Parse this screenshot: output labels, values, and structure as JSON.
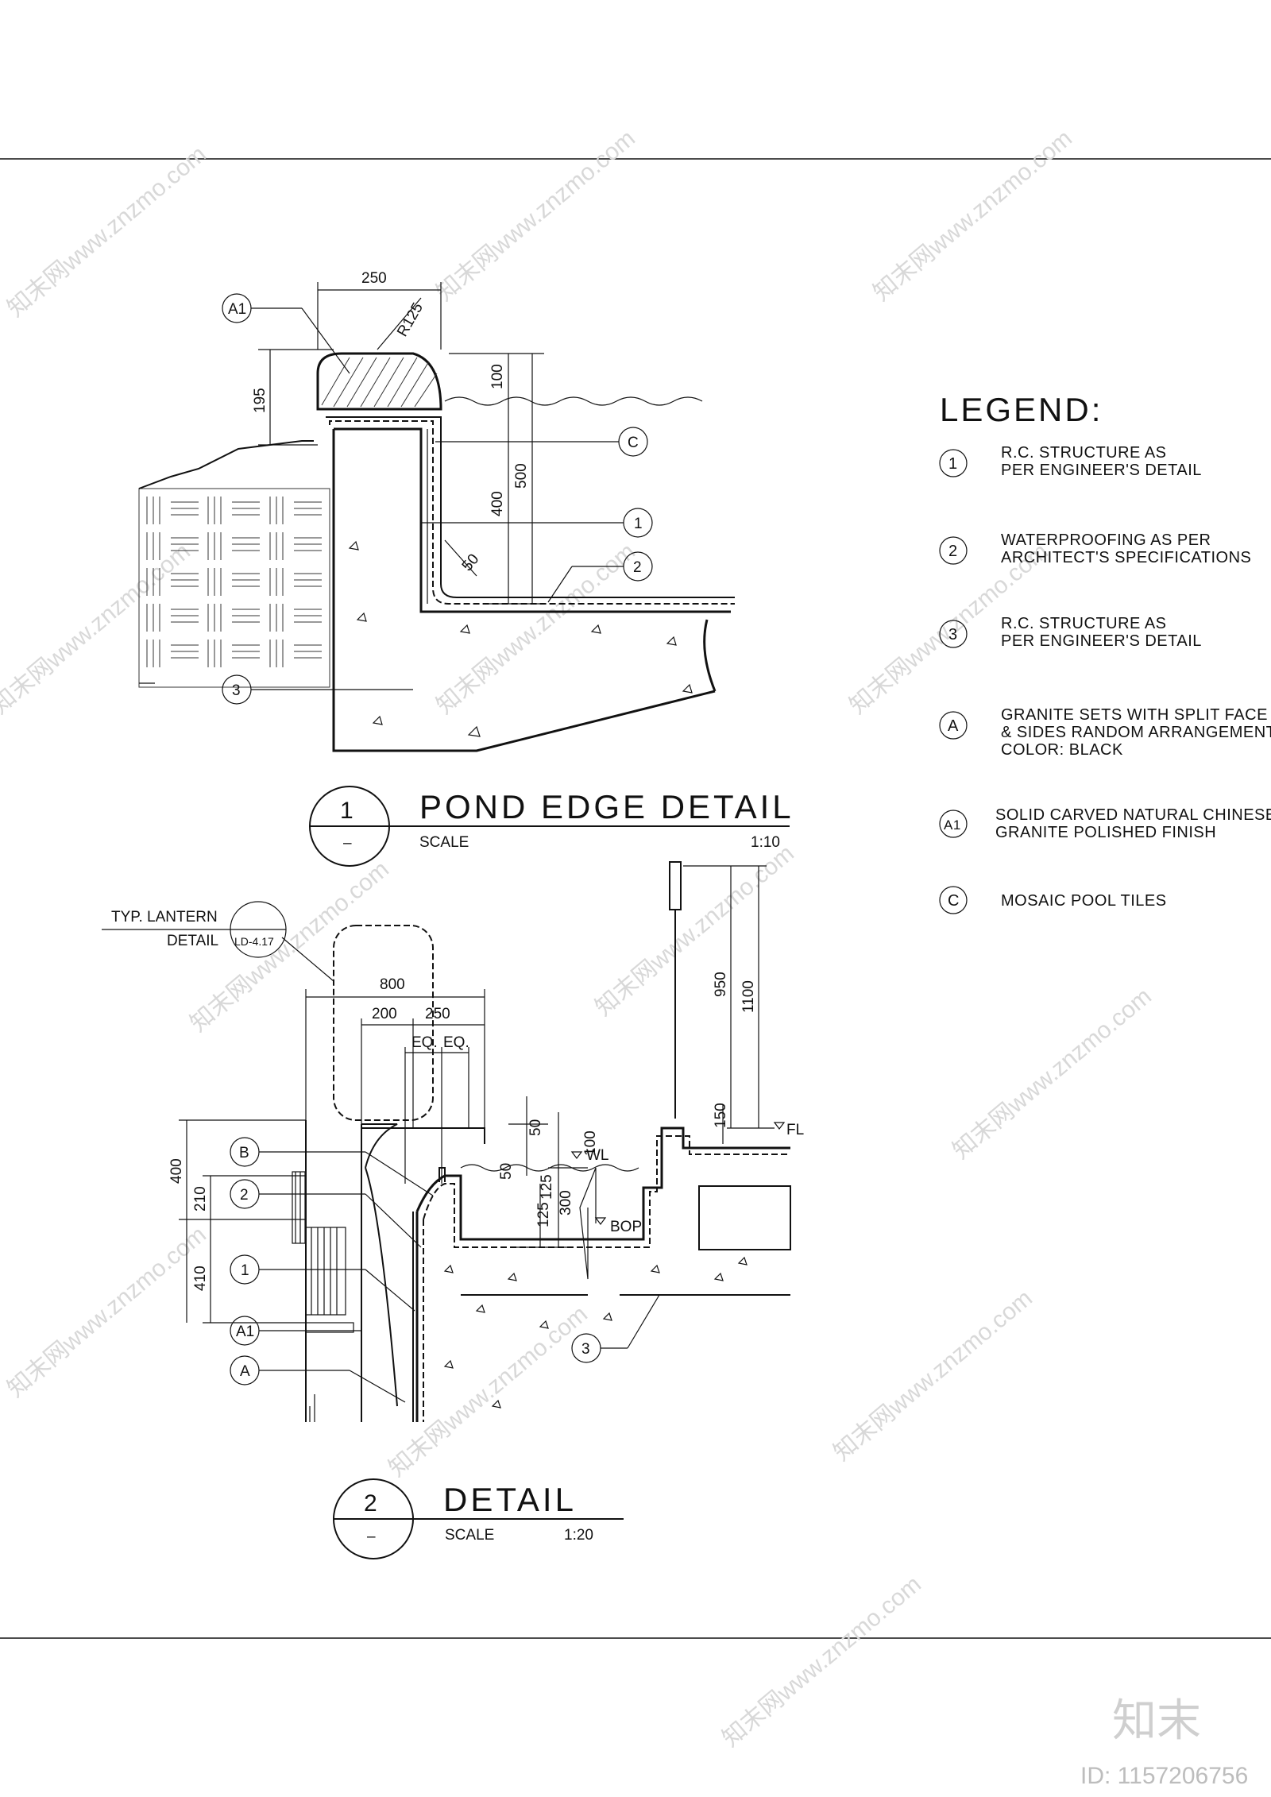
{
  "watermark": {
    "text": "知末网www.znzmo.com",
    "brand": "知末",
    "id_label": "ID: 1157206756"
  },
  "legend": {
    "title": "LEGEND:",
    "items": [
      {
        "key": "1",
        "lines": [
          "R.C. STRUCTURE AS",
          "PER ENGINEER'S DETAIL"
        ]
      },
      {
        "key": "2",
        "lines": [
          "WATERPROOFING AS PER",
          "ARCHITECT'S SPECIFICATIONS"
        ]
      },
      {
        "key": "3",
        "lines": [
          "R.C. STRUCTURE AS",
          "PER ENGINEER'S DETAIL"
        ]
      },
      {
        "key": "A",
        "lines": [
          "GRANITE SETS WITH SPLIT FACE",
          "& SIDES RANDOM ARRANGEMENT",
          "COLOR: BLACK"
        ]
      },
      {
        "key": "A1",
        "lines": [
          "SOLID CARVED NATURAL CHINESE",
          "GRANITE POLISHED FINISH"
        ]
      },
      {
        "key": "C",
        "lines": [
          "MOSAIC POOL TILES"
        ]
      }
    ]
  },
  "detail1": {
    "number": "1",
    "sub": "–",
    "title": "POND EDGE DETAIL",
    "scale_label": "SCALE",
    "scale": "1:10",
    "dims": {
      "top_width": "250",
      "radius": "R125",
      "left_height": "195",
      "water_depth": "100",
      "wall_depth": "400",
      "total_depth": "500",
      "fillet": "50"
    },
    "callouts": [
      "A1",
      "C",
      "1",
      "2",
      "3"
    ]
  },
  "detail2": {
    "number": "2",
    "sub": "–",
    "title": "DETAIL",
    "scale_label": "SCALE",
    "scale": "1:20",
    "lantern_ref": {
      "line1": "TYP. LANTERN",
      "line2": "DETAIL",
      "code": "LD-4.17"
    },
    "dims": {
      "overall": "800",
      "d200": "200",
      "d250": "250",
      "eq1": "EQ.",
      "eq2": "EQ.",
      "h400": "400",
      "h210": "210",
      "h410": "410",
      "v950": "950",
      "v1100": "1100",
      "v150": "150",
      "v50a": "50",
      "v100": "100",
      "v50b": "50",
      "v125a": "125",
      "v125b": "125",
      "v300": "300"
    },
    "levels": {
      "wl": "WL",
      "bop": "BOP",
      "fl": "FL"
    },
    "callouts": [
      "B",
      "2",
      "1",
      "A1",
      "A",
      "3"
    ]
  }
}
